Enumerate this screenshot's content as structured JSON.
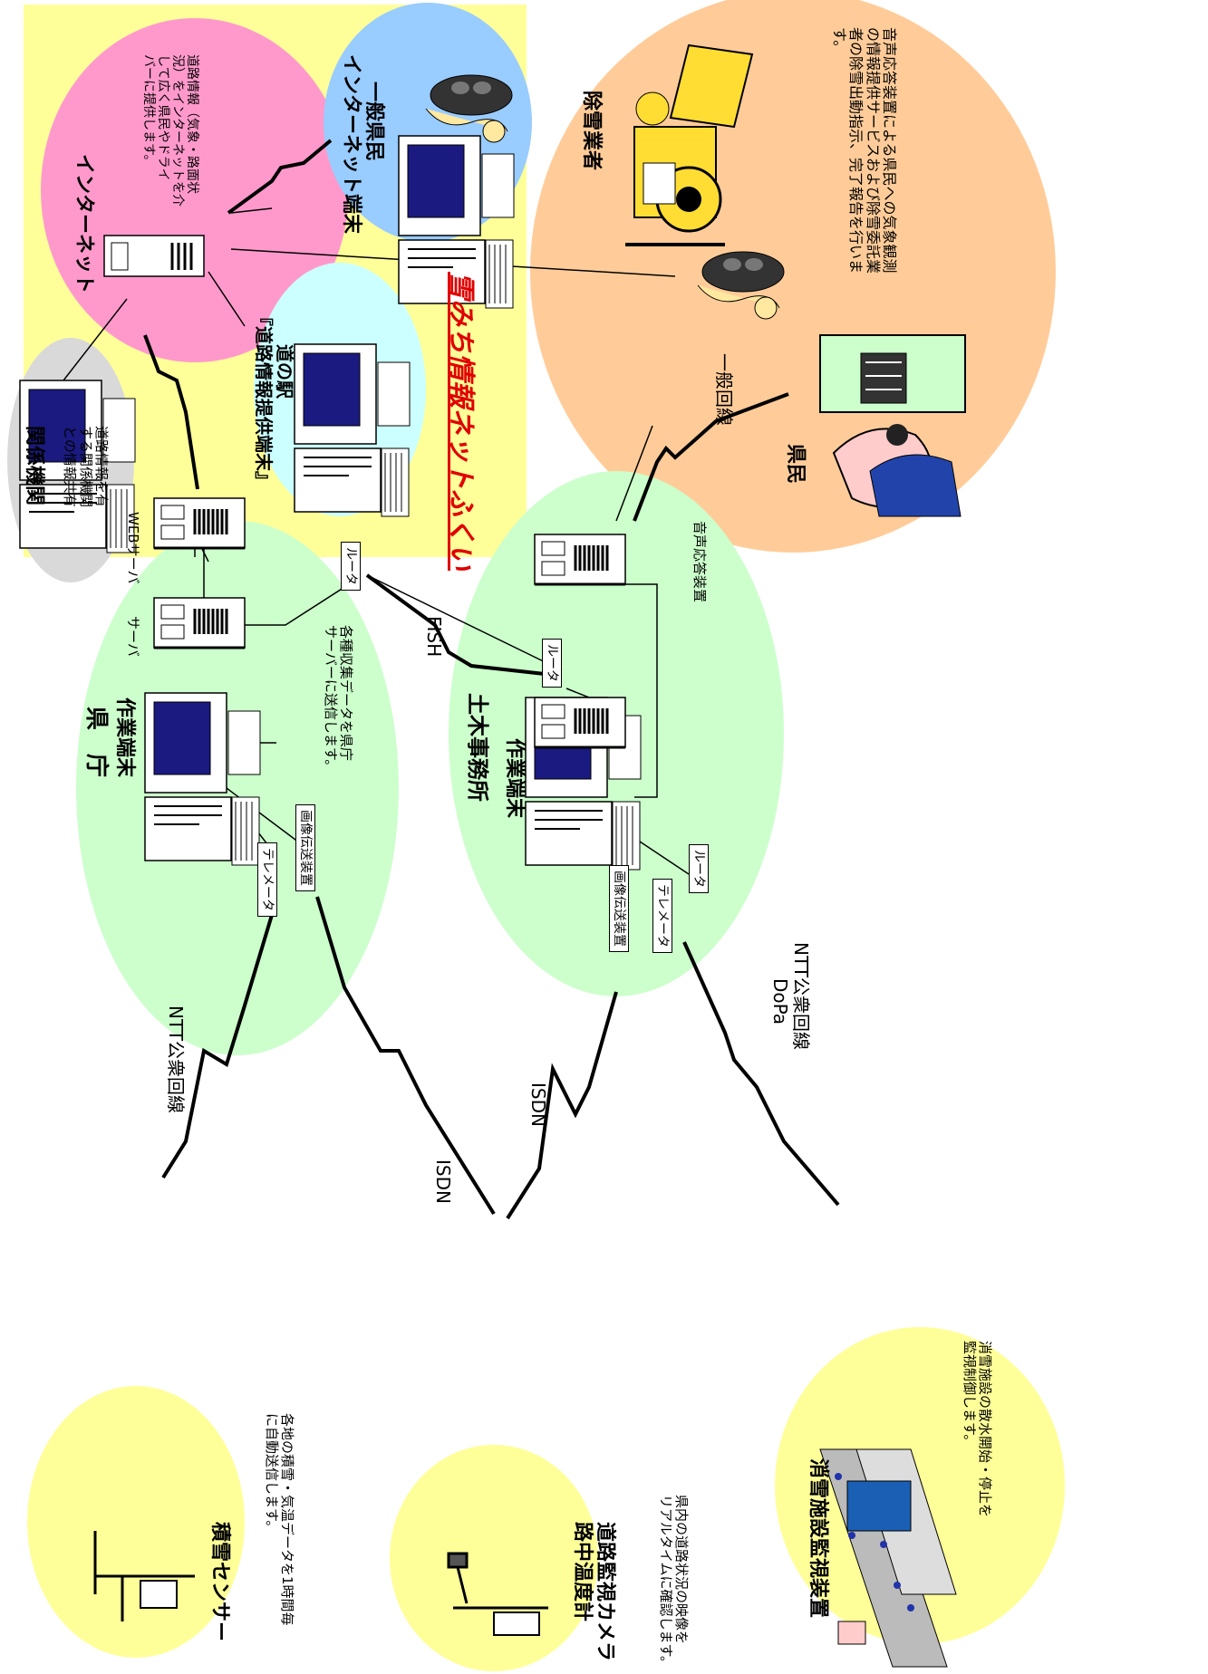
{
  "title": "雪みち情報ネットふくい",
  "regions": {
    "kankei": {
      "title": "関係機関",
      "desc": [
        "道路情報を有",
        "する関係機関",
        "との情報共有"
      ]
    },
    "internet": {
      "title": "インターネット",
      "desc": [
        "道路情報（気象・路面状",
        "況）をインターネットを介",
        "して広く県民やドライ",
        "バーに提供します。"
      ]
    },
    "ippan_kenmin": {
      "title": [
        "一般県民",
        "インターネット端末"
      ]
    },
    "michi_no_eki": {
      "title": [
        "道の駅",
        "『道路情報提供端末』"
      ]
    },
    "jyosetsu": {
      "title": "除雪業者",
      "desc": [
        "音声応答装置による県民への気象観測",
        "の情報提供サービスおよび除雪委託業",
        "者の除雪出動指示、完了報告を行いま",
        "す。"
      ]
    },
    "kenmin": {
      "title": "県民"
    },
    "kencho": {
      "title": "県　庁",
      "terminal": "作業端末",
      "server": "サーバ",
      "web_server": "WEBサーバ",
      "router": "ルータ",
      "desc": [
        "各種収集データを県庁",
        "サーバーに送信します。"
      ],
      "telemeter": "テレメータ",
      "image_device": "画像伝送装置"
    },
    "doboku": {
      "title": "土木事務所",
      "terminal": "作業端末",
      "router_top": "ルータ",
      "voice_device": "音声応答装置",
      "image_device": "画像伝送装置",
      "telemeter": "テレメータ",
      "router_bottom": "ルータ"
    },
    "sekisetsu": {
      "title": "積雪センサー",
      "desc": [
        "各地の積雪・気温データを1時間毎",
        "に自動送信します。"
      ]
    },
    "camera": {
      "title": [
        "道路監視カメラ",
        "路中温度計"
      ],
      "desc": [
        "県内の道路状況の映像を",
        "リアルタイムに確認します。"
      ]
    },
    "shosetsu": {
      "title": "消雪施設監視装置",
      "desc": [
        "消雪施設の散水開始・停止を",
        "監視制御します。"
      ]
    }
  },
  "lines": {
    "fish": "FISH",
    "ippan_kaisen": "一般回線",
    "ntt_kencho": "NTT公衆回線",
    "isdn_left": "ISDN",
    "isdn_right": "ISDN",
    "ntt_dopa": [
      "NTT公衆回線",
      "DoPa"
    ]
  },
  "colors": {
    "yellow_panel": "#ffff99",
    "pink": "#ff99cc",
    "light_blue": "#99ccff",
    "pale_cyan": "#ccffff",
    "gray": "#d9d9d9",
    "peach": "#ffcc99",
    "green": "#ccffcc",
    "pale_yellow": "#ffff99",
    "title_red": "#e00000"
  },
  "icons": [
    "computer-icon",
    "server-icon",
    "telephone-icon",
    "snowplow-icon",
    "person-phone-icon",
    "snow-sensor-icon",
    "camera-icon",
    "sprinkler-monitor-icon",
    "lightning-line-icon"
  ]
}
